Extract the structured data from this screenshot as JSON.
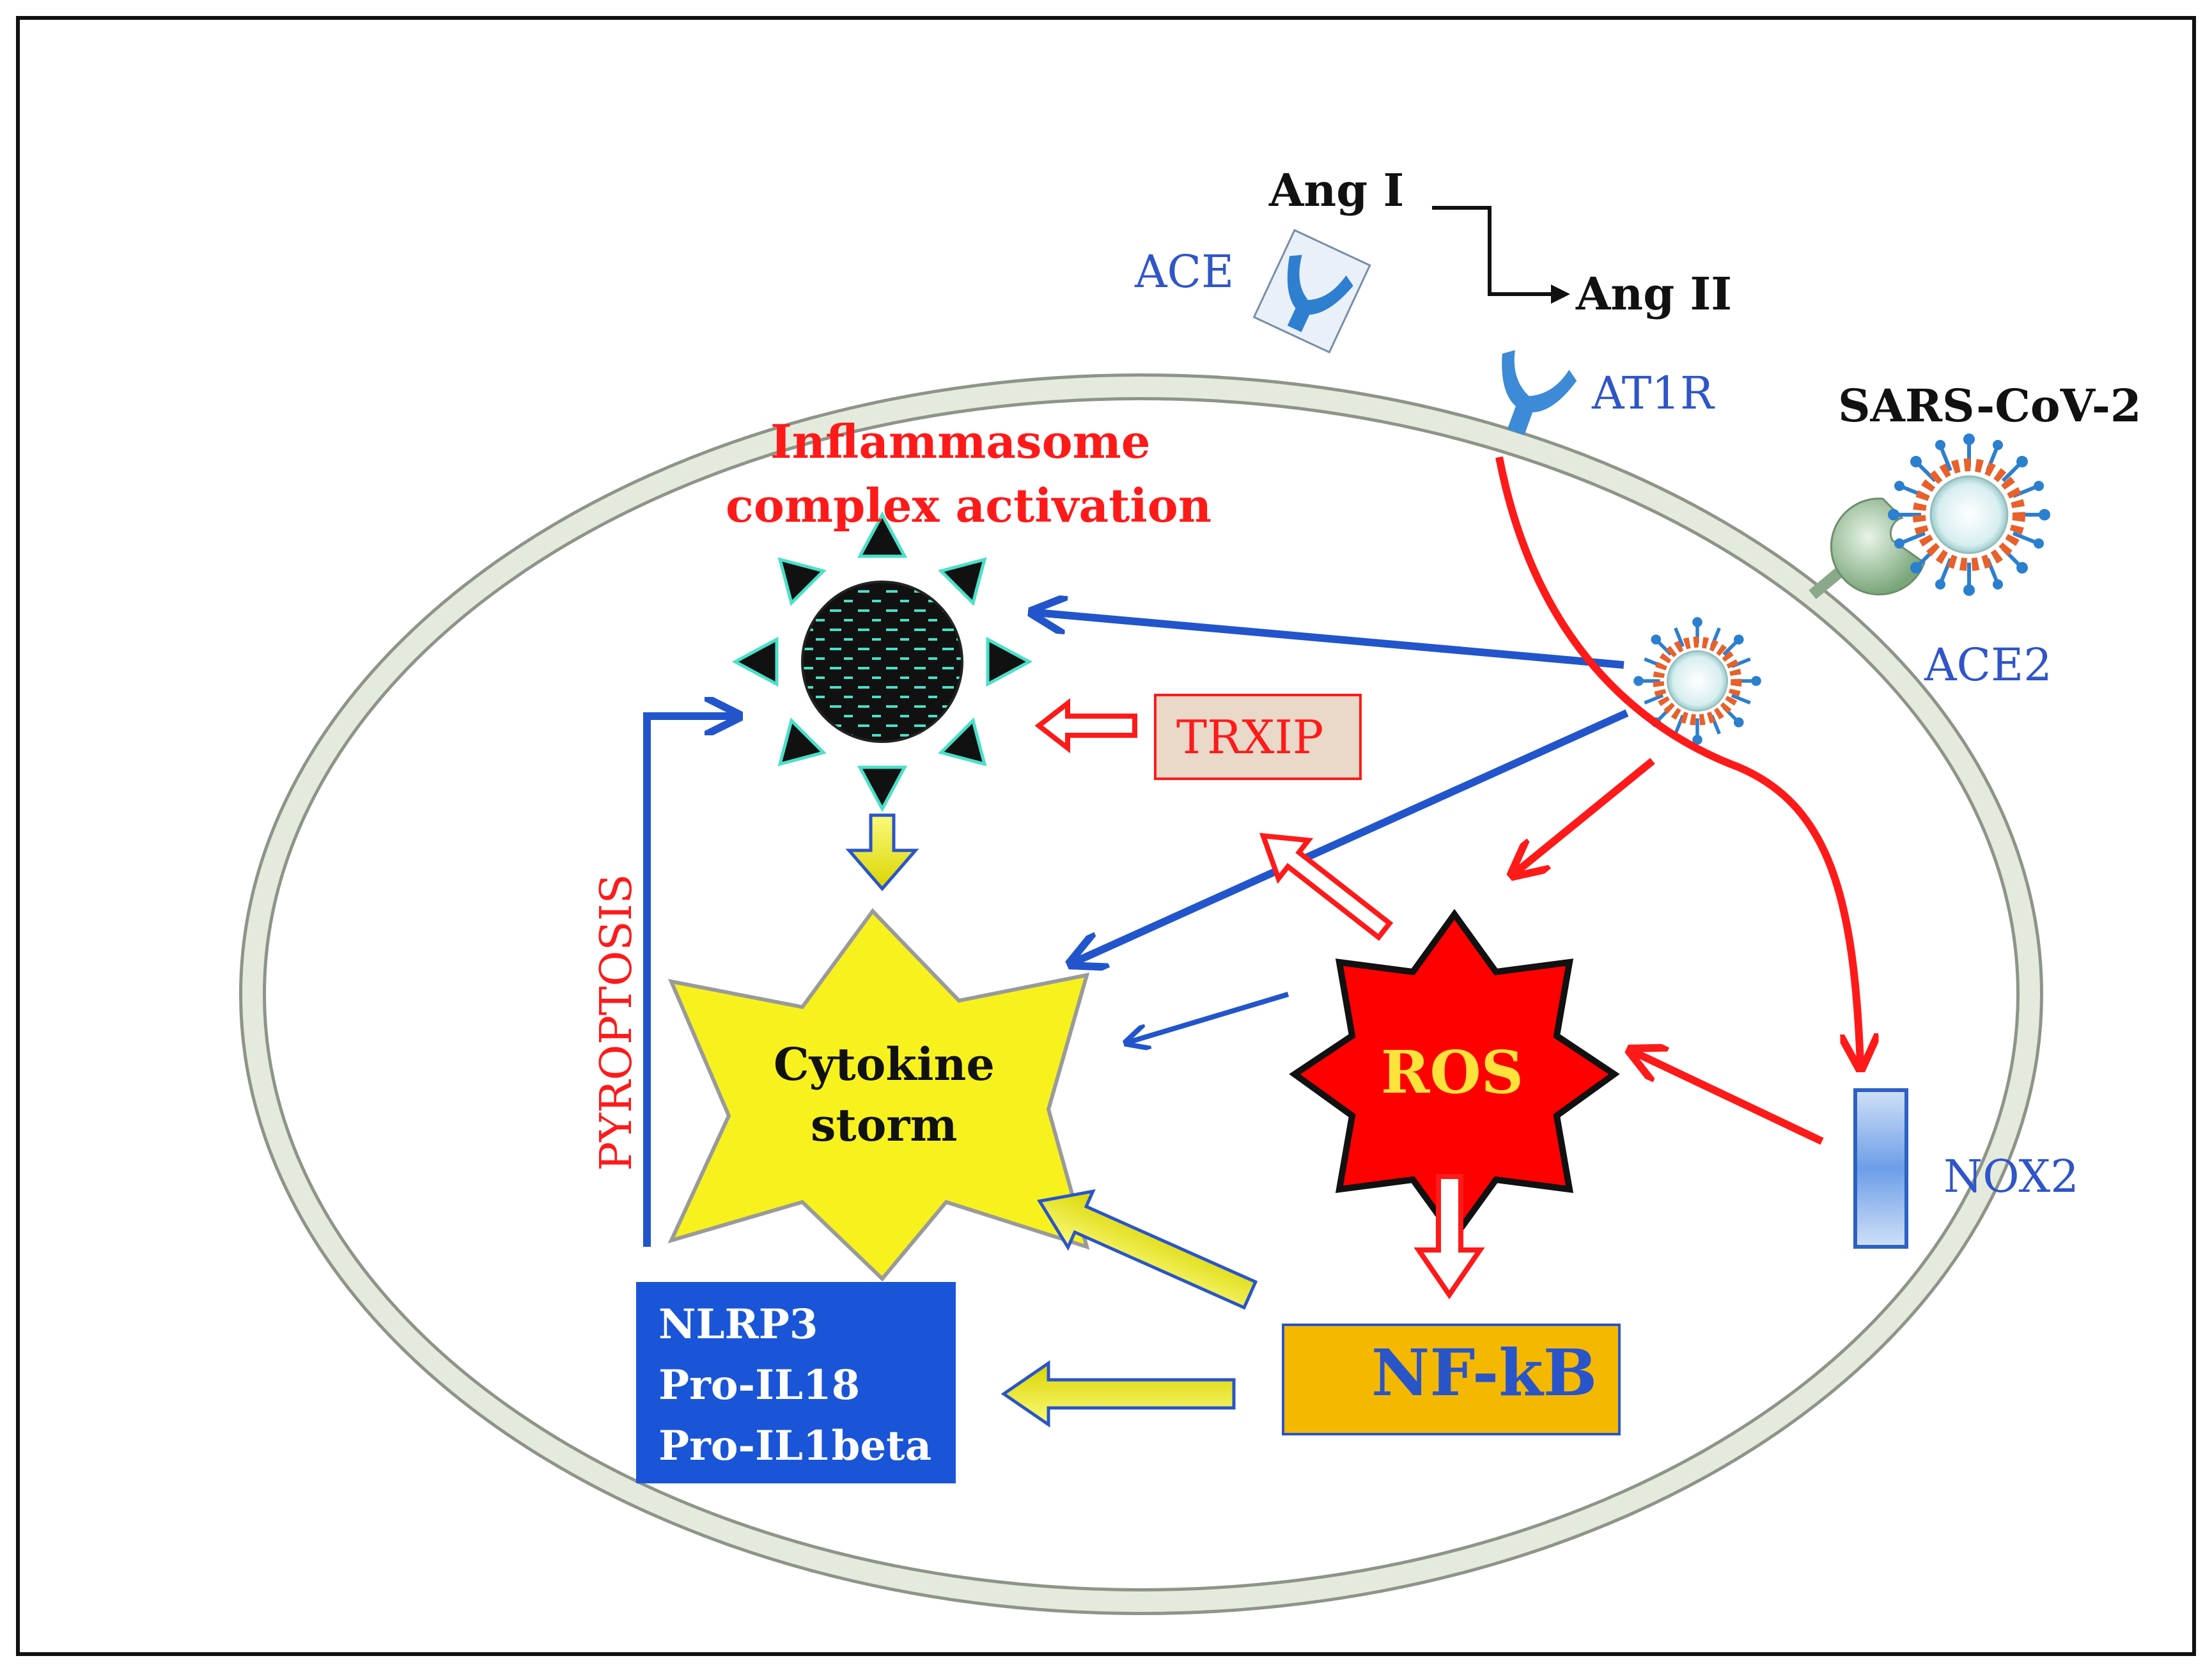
{
  "labels": {
    "ang_i": "Ang I",
    "ang_ii": "Ang II",
    "ace": "ACE",
    "at1r": "AT1R",
    "sars": "SARS-CoV-2",
    "ace2": "ACE2",
    "inflammasome_line1": "Inflammasome",
    "inflammasome_line2": "complex activation",
    "trxip": "TRXIP",
    "pyroptosis": "PYROPTOSIS",
    "cytokine_line1": "Cytokine",
    "cytokine_line2": "storm",
    "ros": "ROS",
    "nox2": "NOX2",
    "nfkb": "NF-kB",
    "nlrp3_items": [
      "NLRP3",
      "Pro-IL18",
      "Pro-IL1beta"
    ]
  },
  "colors": {
    "blue_arrow": "#2255cc",
    "red_arrow": "#ff1a1a",
    "yellow": "#f5f21a",
    "membrane": "#e4eadc",
    "nfkb_box": "#f5b800",
    "nlrp3_box": "#1a55d8",
    "trxip_box": "#ead8c8"
  },
  "icons": [
    "receptor-icon",
    "virus-icon",
    "inflammasome-icon",
    "up-arrow-icon"
  ]
}
